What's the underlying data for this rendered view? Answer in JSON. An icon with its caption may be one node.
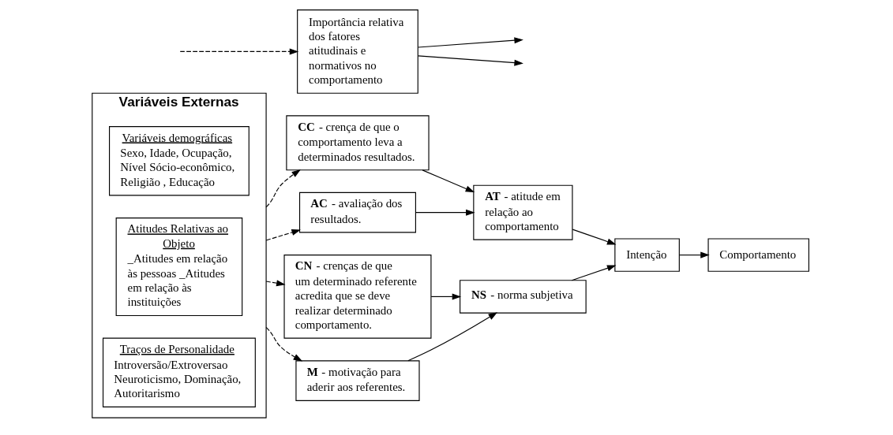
{
  "diagram": {
    "nodes": [
      {
        "text": [
          "Variáveis Externas"
        ]
      },
      {
        "text": [
          "Variáveis demográficas",
          "Sexo, Idade, Ocupação, Nível Sócio-econômico, Religião , Educação"
        ],
        "in": 0
      },
      {
        "text": [
          "Atitudes Relativas ao Objeto",
          "_Atitudes em relação às pessoas _Atitudes em relação às instituições"
        ],
        "in": 0
      },
      {
        "text": [
          "Traços de Personalidade",
          "Introversão/Extroversao Neuroticismo, Dominação, Autoritarismo"
        ],
        "in": 0
      },
      {
        "text": [
          "**CC** - crença de que o comportamento leva a determinados resultados."
        ]
      },
      {
        "text": [
          "**AC** - avaliação dos resultados."
        ]
      },
      {
        "text": [
          "Importância relativa dos fatores atitudinais e normativos no comportamento"
        ]
      },
      {
        "text": [
          "**CN** - crenças de que um determinado referente acredita que se deve realizar determinado comportamento."
        ]
      },
      {
        "text": [
          "**M** - motivação para aderir aos referentes."
        ]
      },
      {
        "text": [
          "**AT** - atitude em relação ao comportamento"
        ]
      },
      {
        "text": [
          "**NS** - norma subjetiva"
        ]
      },
      {
        "text": [
          "Intenção"
        ]
      },
      {
        "text": [
          "Comportamento"
        ]
      }
    ],
    "edges": [
      {
        "from": 0,
        "to": 4,
        "arrow": "to",
        "style": "dashed"
      },
      {
        "from": 0,
        "to": 5,
        "arrow": "to",
        "style": "dashed"
      },
      {
        "from": 0,
        "to": 7,
        "arrow": "to",
        "style": "dashed"
      },
      {
        "from": 0,
        "to": 8,
        "arrow": "to",
        "style": "dashed"
      },
      {
        "from": null,
        "to": 6,
        "arrow": "to",
        "style": "dashed"
      },
      {
        "from": 4,
        "to": 9,
        "arrow": "to"
      },
      {
        "from": 5,
        "to": 9,
        "arrow": "to"
      },
      {
        "from": 7,
        "to": 10,
        "arrow": "to"
      },
      {
        "from": 8,
        "to": 10,
        "arrow": "to"
      },
      {
        "from": 6,
        "to": null,
        "arrow": "to"
      },
      {
        "from": 6,
        "to": null,
        "arrow": "to"
      },
      {
        "from": 9,
        "to": 11,
        "arrow": "to"
      },
      {
        "from": 10,
        "to": 11,
        "arrow": "to"
      },
      {
        "from": 11,
        "to": 12,
        "arrow": "to"
      }
    ]
  }
}
